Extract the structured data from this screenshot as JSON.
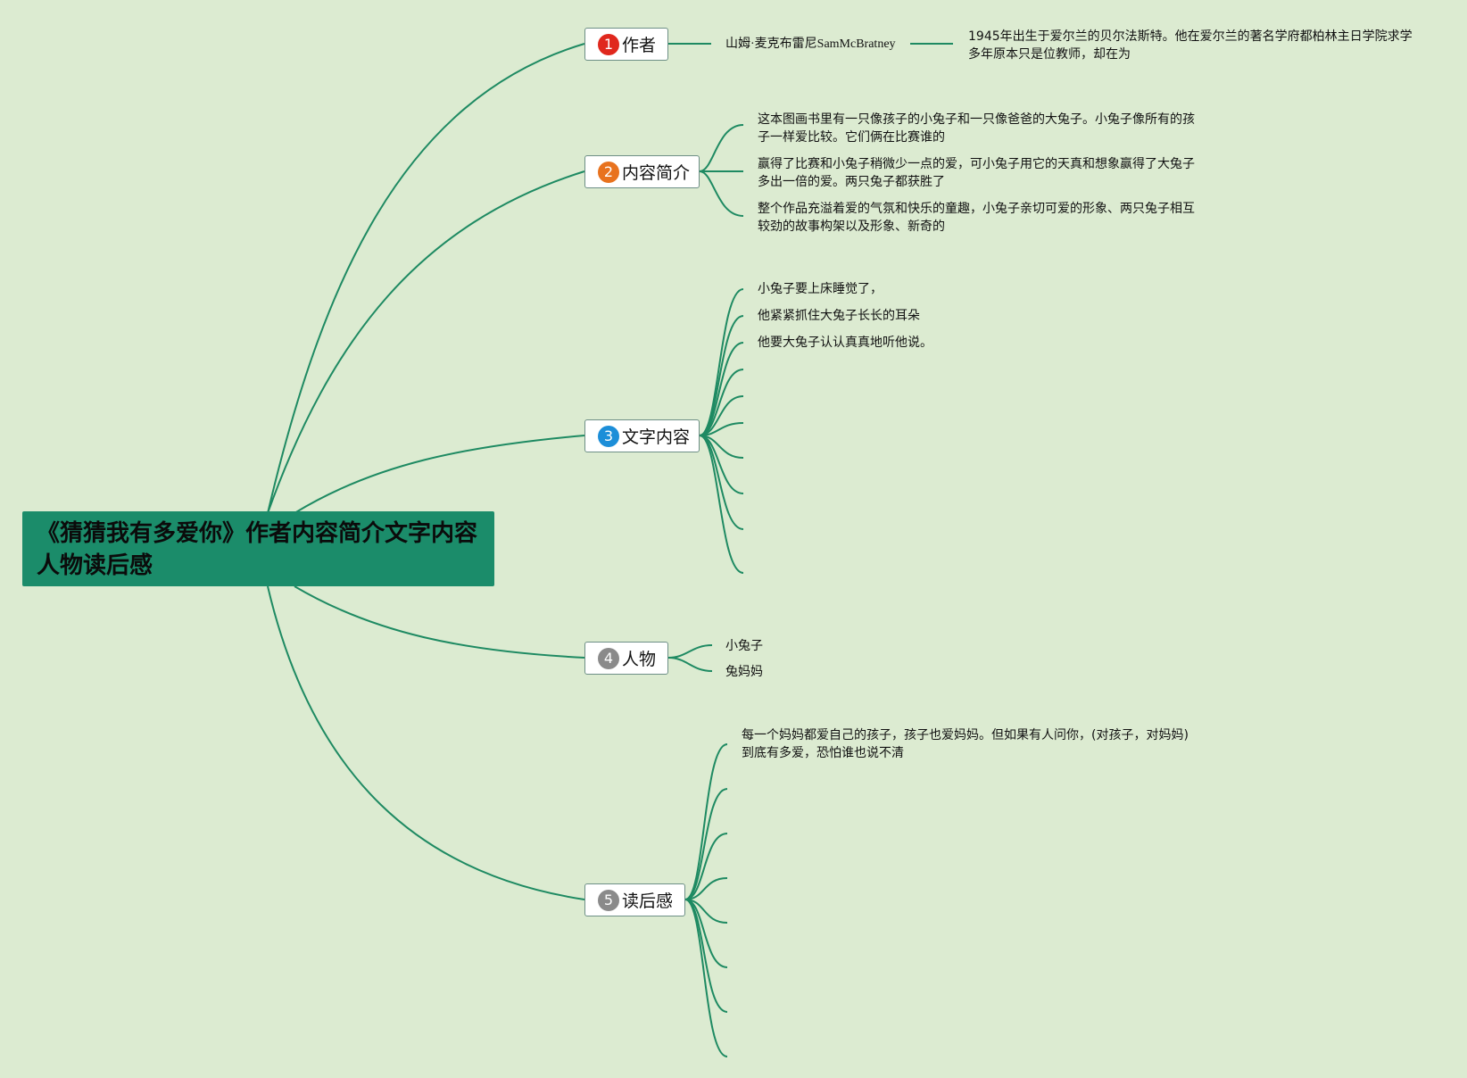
{
  "root": {
    "title": "《猜猜我有多爱你》作者内容简介文字内容人物读后感"
  },
  "branches": [
    {
      "marker": "1",
      "marker_color": "#e0281d",
      "label": "作者",
      "children": [
        "山姆·麦克布雷尼SamMcBratney"
      ],
      "grandchild": "1945年出生于爱尔兰的贝尔法斯特。他在爱尔兰的著名学府都柏林主日学院求学多年原本只是位教师，却在为"
    },
    {
      "marker": "2",
      "marker_color": "#e8721e",
      "label": "内容简介",
      "children": [
        "这本图画书里有一只像孩子的小兔子和一只像爸爸的大兔子。小兔子像所有的孩子一样爱比较。它们俩在比赛谁的",
        "赢得了比赛和小兔子稍微少一点的爱，可小兔子用它的天真和想象赢得了大兔子多出一倍的爱。两只兔子都获胜了",
        "整个作品充溢着爱的气氛和快乐的童趣，小兔子亲切可爱的形象、两只兔子相互较劲的故事构架以及形象、新奇的"
      ]
    },
    {
      "marker": "3",
      "marker_color": "#1c8ed8",
      "label": "文字内容",
      "children": [
        "小兔子要上床睡觉了，",
        "他紧紧抓住大兔子长长的耳朵",
        "他要大兔子认认真真地听他说。",
        "",
        "",
        "",
        "",
        "",
        "",
        ""
      ]
    },
    {
      "marker": "4",
      "marker_color": "#8a8a8a",
      "label": "人物",
      "children": [
        "小兔子",
        "兔妈妈"
      ]
    },
    {
      "marker": "5",
      "marker_color": "#8a8a8a",
      "label": "读后感",
      "children": [
        "每一个妈妈都爱自己的孩子，孩子也爱妈妈。但如果有人问你，(对孩子，对妈妈)到底有多爱，恐怕谁也说不清",
        "",
        "",
        "",
        "",
        "",
        "",
        ""
      ]
    }
  ],
  "colors": {
    "background": "#dcebd1",
    "line": "#1e8a62",
    "root_fill": "#1b8c6a"
  }
}
